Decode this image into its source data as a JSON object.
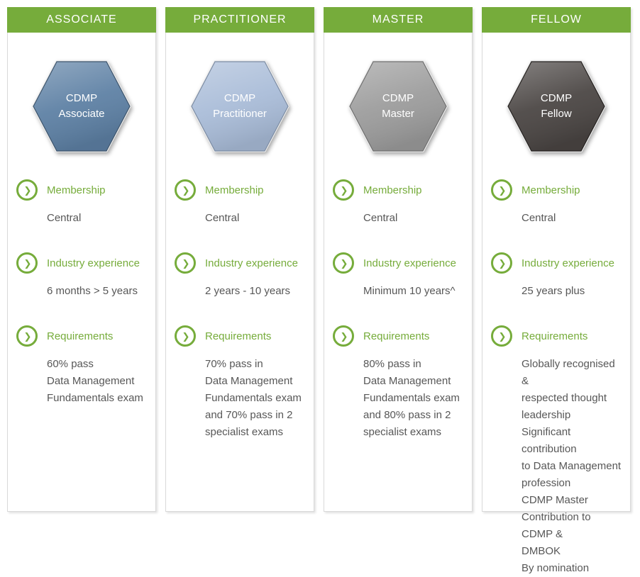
{
  "theme": {
    "green": "#76ac3b",
    "text": "#575757",
    "card_border": "#d9d9d9"
  },
  "icons": {
    "chevron": "❯"
  },
  "cards": [
    {
      "title": "ASSOCIATE",
      "hex": {
        "label": "CDMP\nAssociate",
        "fill": "#5d80a4",
        "edge": "#3e556c"
      },
      "membership": {
        "label": "Membership",
        "value": "Central"
      },
      "experience": {
        "label": "Industry experience",
        "value": "6 months > 5 years"
      },
      "requirements": {
        "label": "Requirements",
        "value": "60% pass\nData Management\nFundamentals exam"
      }
    },
    {
      "title": "PRACTITIONER",
      "hex": {
        "label": "CDMP\nPractitioner",
        "fill": "#a9bcd8",
        "edge": "#7c8ca3"
      },
      "membership": {
        "label": "Membership",
        "value": "Central"
      },
      "experience": {
        "label": "Industry experience",
        "value": "2 years - 10 years"
      },
      "requirements": {
        "label": "Requirements",
        "value": "70% pass in\nData Management\nFundamentals exam\nand 70% pass in 2\nspecialist exams"
      }
    },
    {
      "title": "MASTER",
      "hex": {
        "label": "CDMP\nMaster",
        "fill": "#9c9c9c",
        "edge": "#6f6f6f"
      },
      "membership": {
        "label": "Membership",
        "value": "Central"
      },
      "experience": {
        "label": "Industry experience",
        "value": "Minimum 10 years^"
      },
      "requirements": {
        "label": "Requirements",
        "value": "80% pass in\nData Management\nFundamentals exam\nand 80% pass in 2\nspecialist exams"
      }
    },
    {
      "title": "FELLOW",
      "hex": {
        "label": "CDMP\nFellow",
        "fill": "#4a4543",
        "edge": "#262321"
      },
      "membership": {
        "label": "Membership",
        "value": "Central"
      },
      "experience": {
        "label": "Industry experience",
        "value": "25 years plus"
      },
      "requirements": {
        "label": "Requirements",
        "value": "Globally recognised &\nrespected thought\nleadership\nSignificant contribution\nto Data Management\nprofession\nCDMP Master\nContribution to CDMP &\nDMBOK\nBy nomination"
      }
    }
  ]
}
